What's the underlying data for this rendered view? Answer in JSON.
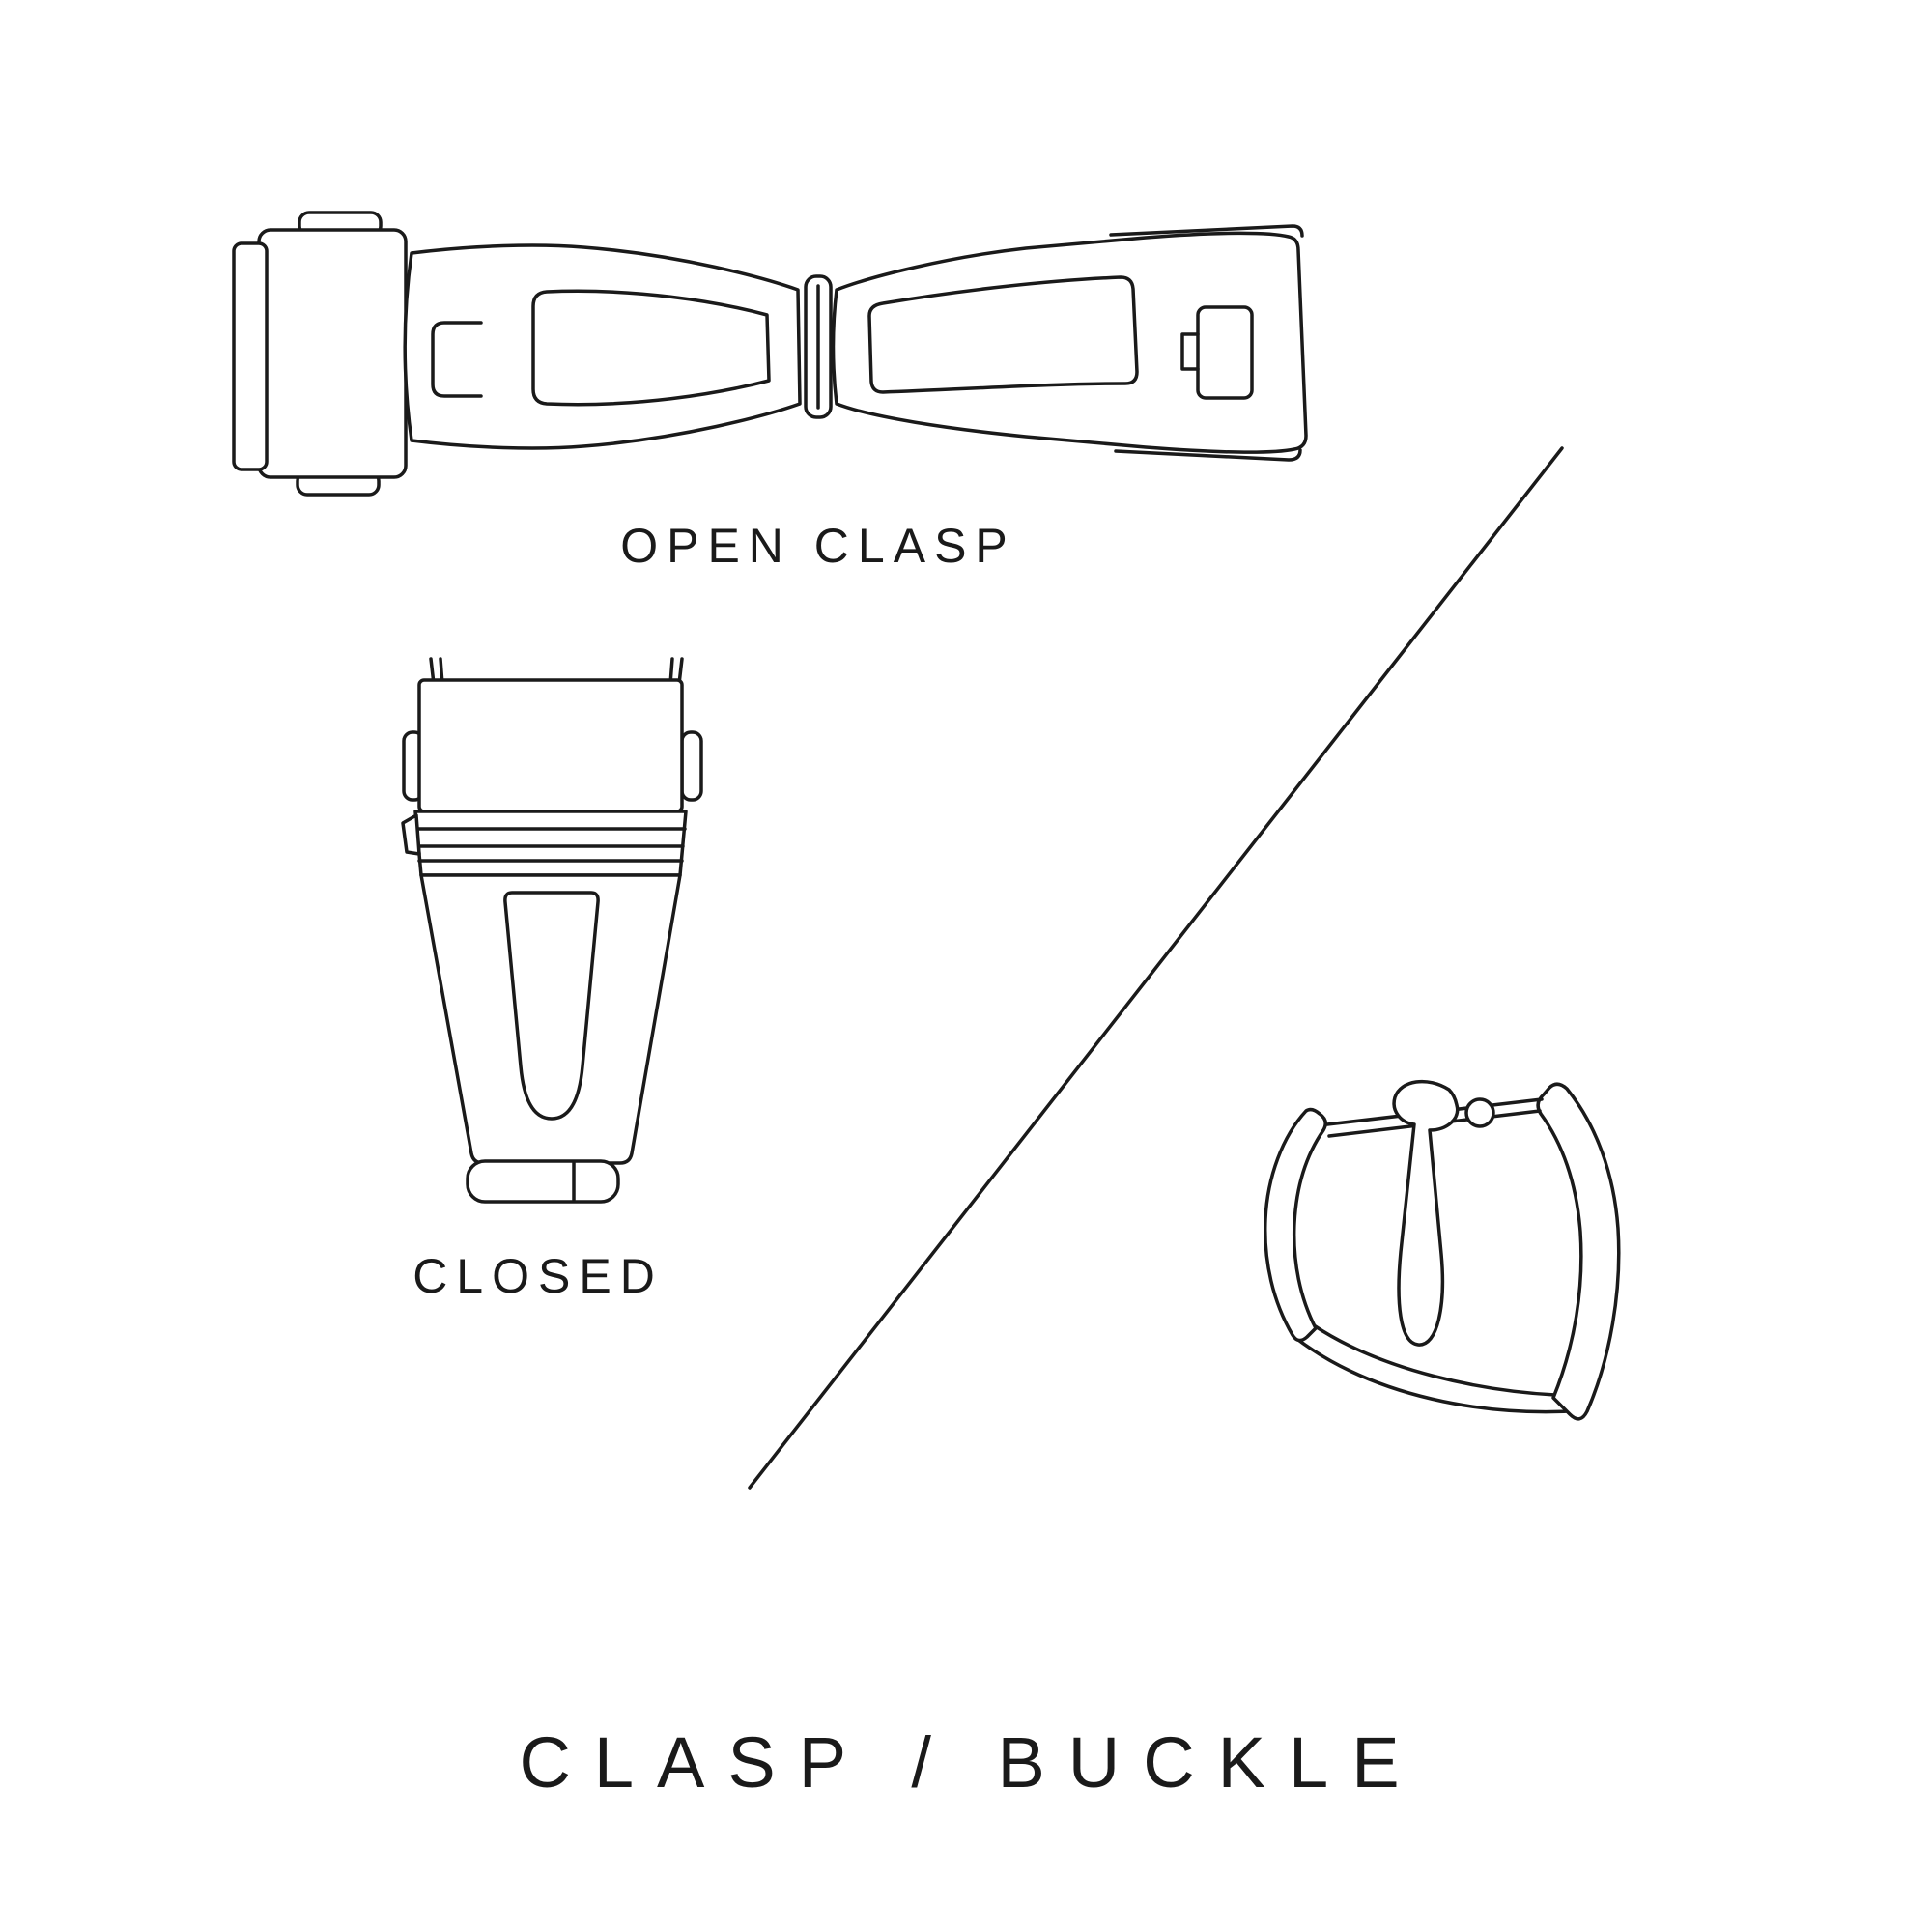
{
  "page": {
    "background": "#ffffff",
    "line_color": "#1a1a1a",
    "text_color": "#1a1a1a"
  },
  "labels": {
    "open_clasp": "OPEN CLASP",
    "closed": "CLOSED",
    "title": "CLASP / BUCKLE"
  },
  "illustrations": {
    "open_clasp": "open-clasp-line-drawing",
    "closed_clasp": "closed-clasp-line-drawing",
    "buckle": "pin-buckle-line-drawing",
    "divider": "diagonal-divider-line"
  }
}
